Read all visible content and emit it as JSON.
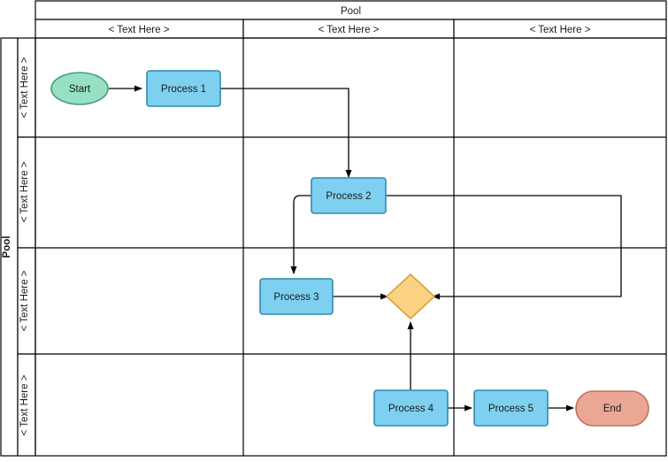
{
  "diagram": {
    "type": "swimlane-flowchart",
    "pool": {
      "label": "Pool"
    },
    "columns": [
      {
        "id": "col1",
        "header": "< Text Here >"
      },
      {
        "id": "col2",
        "header": "< Text Here >"
      },
      {
        "id": "col3",
        "header": "< Text Here >"
      }
    ],
    "lanes": [
      {
        "id": "lane1",
        "label": "< Text Here >"
      },
      {
        "id": "lane2",
        "label": "< Text Here >"
      },
      {
        "id": "lane3",
        "label": "< Text Here >"
      },
      {
        "id": "lane4",
        "label": "< Text Here >"
      }
    ],
    "nodes": [
      {
        "id": "start",
        "label": "Start",
        "shape": "ellipse",
        "lane": "lane1",
        "column": "col1"
      },
      {
        "id": "process1",
        "label": "Process 1",
        "shape": "rectangle",
        "lane": "lane1",
        "column": "col1"
      },
      {
        "id": "process2",
        "label": "Process 2",
        "shape": "rectangle",
        "lane": "lane2",
        "column": "col2"
      },
      {
        "id": "process3",
        "label": "Process 3",
        "shape": "rectangle",
        "lane": "lane3",
        "column": "col2"
      },
      {
        "id": "decision",
        "label": "",
        "shape": "diamond",
        "lane": "lane3",
        "column": "col2"
      },
      {
        "id": "process4",
        "label": "Process 4",
        "shape": "rectangle",
        "lane": "lane4",
        "column": "col2"
      },
      {
        "id": "process5",
        "label": "Process 5",
        "shape": "rectangle",
        "lane": "lane4",
        "column": "col3"
      },
      {
        "id": "end",
        "label": "End",
        "shape": "stadium",
        "lane": "lane4",
        "column": "col3"
      }
    ],
    "edges": [
      {
        "from": "start",
        "to": "process1"
      },
      {
        "from": "process1",
        "to": "process2"
      },
      {
        "from": "process2",
        "to": "process3"
      },
      {
        "from": "process3",
        "to": "decision"
      },
      {
        "from": "process2",
        "to": "decision"
      },
      {
        "from": "process4",
        "to": "decision"
      },
      {
        "from": "process4",
        "to": "process5"
      },
      {
        "from": "process5",
        "to": "end"
      }
    ],
    "colors": {
      "process_fill": "#7ed0f0",
      "process_stroke": "#2e8cb0",
      "start_fill": "#97e0c4",
      "start_stroke": "#3f9e7c",
      "decision_fill": "#fbd282",
      "decision_stroke": "#d6a13c",
      "end_fill": "#e9a794",
      "end_stroke": "#c4715a",
      "grid_stroke": "#000000",
      "connector_stroke": "#000000",
      "background": "#ffffff"
    }
  }
}
